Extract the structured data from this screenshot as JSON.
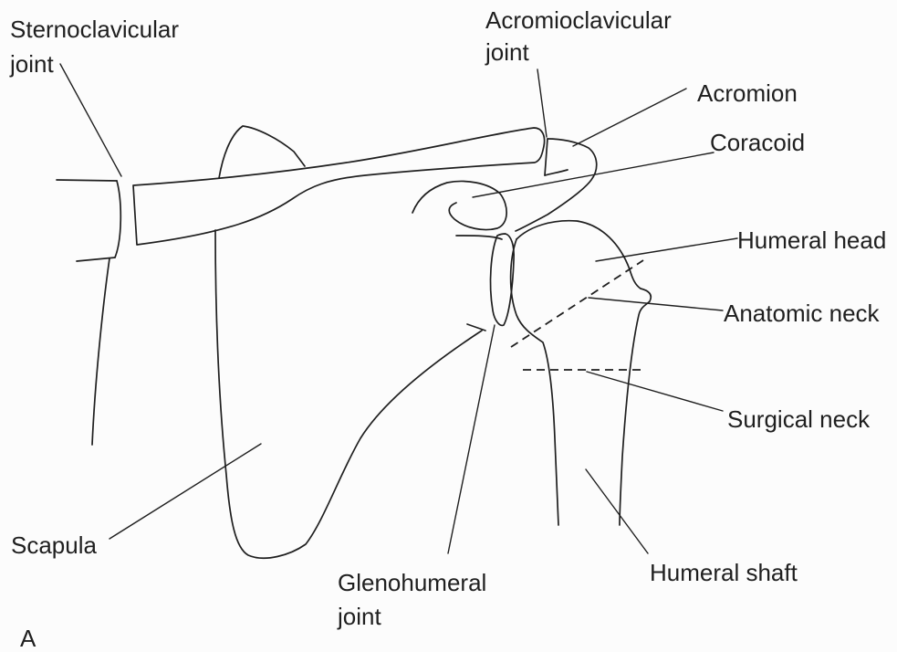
{
  "figure": {
    "panel_letter": "A"
  },
  "labels": {
    "sternoclavicular_joint": {
      "line1": "Sternoclavicular",
      "line2": "joint"
    },
    "acromioclavicular_joint": {
      "line1": "Acromioclavicular",
      "line2": "joint"
    },
    "acromion": "Acromion",
    "coracoid": "Coracoid",
    "humeral_head": "Humeral head",
    "anatomic_neck": "Anatomic neck",
    "surgical_neck": "Surgical neck",
    "humeral_shaft": "Humeral shaft",
    "glenohumeral_joint": {
      "line1": "Glenohumeral",
      "line2": "joint"
    },
    "scapula": "Scapula"
  },
  "colors": {
    "ink": "#1f1f1f",
    "paper": "#fcfcfc"
  }
}
